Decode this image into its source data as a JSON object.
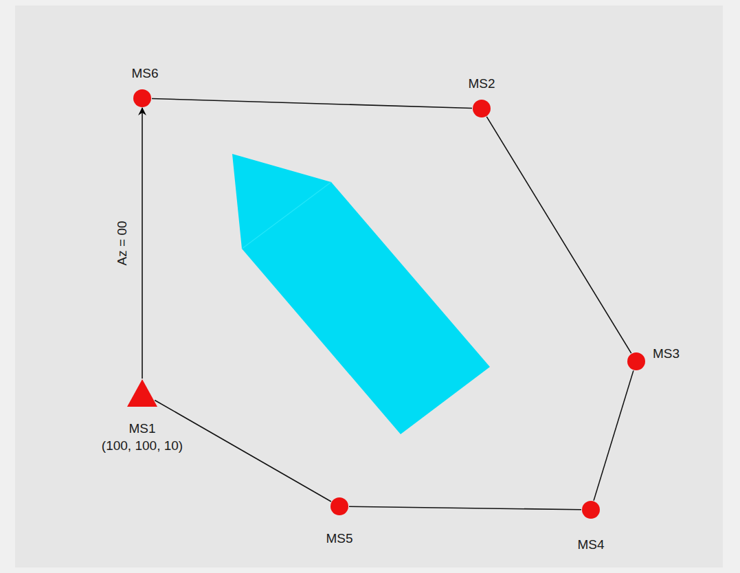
{
  "diagram": {
    "nodes": [
      {
        "text": [
          "MS6"
        ]
      },
      {
        "text": [
          "MS2"
        ]
      },
      {
        "text": [
          "MS3"
        ]
      },
      {
        "text": [
          "MS1",
          "(100, 100, 10)"
        ]
      },
      {
        "text": [
          "MS5"
        ]
      },
      {
        "text": [
          "MS4"
        ]
      }
    ],
    "edges": [
      {
        "from": 3,
        "to": 0,
        "arrow": "to",
        "label": "Az = 00"
      },
      {
        "from": 0,
        "to": 1,
        "arrow": "none"
      },
      {
        "from": 1,
        "to": 2,
        "arrow": "none"
      },
      {
        "from": 2,
        "to": 5,
        "arrow": "none"
      },
      {
        "from": 5,
        "to": 4,
        "arrow": "none"
      },
      {
        "from": 4,
        "to": 3,
        "arrow": "none"
      }
    ]
  }
}
